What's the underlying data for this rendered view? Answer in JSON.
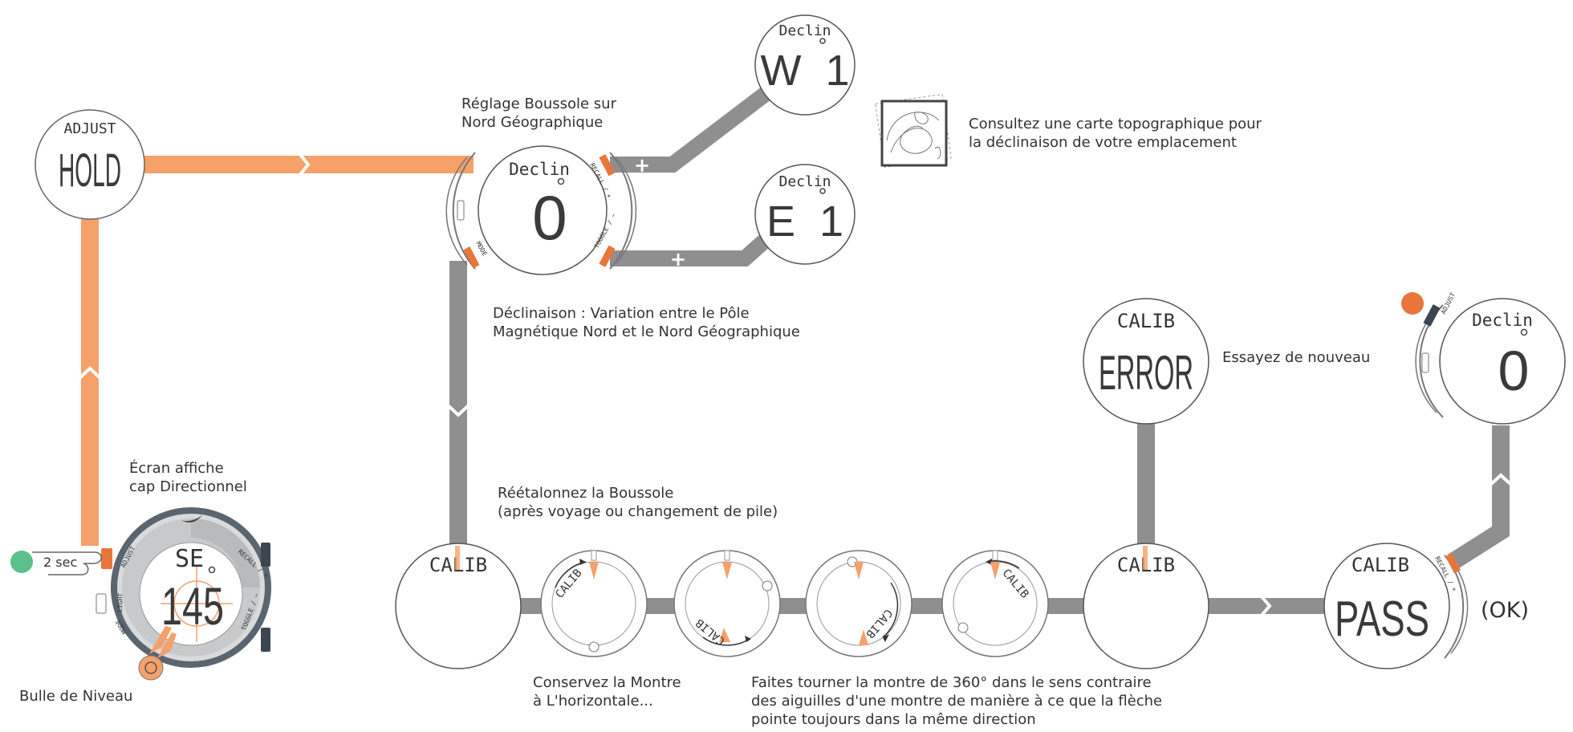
{
  "colors": {
    "orange_path": "#F6A06A",
    "grey_path": "#8f8f8f",
    "accent_orange": "#E8763A",
    "green_dot": "#5CC08B"
  },
  "displays": {
    "adjust_hold": {
      "top": "ADJUST",
      "main": "HOLD"
    },
    "declin_zero": {
      "top": "Declin",
      "main": "0"
    },
    "declin_w1": {
      "top": "Declin",
      "main": "W  1"
    },
    "declin_e1": {
      "top": "Declin",
      "main": "E  1"
    },
    "calib_start": {
      "top": "CALIB"
    },
    "calib_error": {
      "top": "CALIB",
      "main": "ERROR"
    },
    "calib_end": {
      "top": "CALIB"
    },
    "calib_pass": {
      "top": "CALIB",
      "main": "PASS"
    },
    "declin_final": {
      "top": "Declin",
      "main": "0"
    },
    "heading": {
      "dir": "SE",
      "value": "145"
    },
    "rotate_screen_label": "CALIB"
  },
  "buttons": {
    "recall": "RECALL / +",
    "toggle": "TOGGLE / −",
    "mode": "MODE",
    "adjust": "ADJUST",
    "light": "LIGHT"
  },
  "plus_signs": {
    "upper": "+",
    "lower": "+"
  },
  "labels": {
    "reglage": "Réglage Boussole sur\nNord Géographique",
    "consultez": "Consultez une carte topographique pour\nla déclinaison de votre emplacement",
    "declinaison": "Déclinaison : Variation entre le Pôle\nMagnétique Nord et le Nord Géographique",
    "essayez": "Essayez de nouveau",
    "ecran": "Écran affiche\ncap Directionnel",
    "reetalonnez": "Réétalonnez la Boussole\n(après voyage ou changement de pile)",
    "two_sec": "2 sec",
    "bulle": "Bulle de Niveau",
    "conservez": "Conservez la Montre\nà L'horizontale...",
    "faites": "Faites tourner la montre de 360° dans le sens contraire\ndes aiguilles d'une montre de manière à ce que la flèche\npointe toujours dans la même direction",
    "ok": "(OK)"
  }
}
